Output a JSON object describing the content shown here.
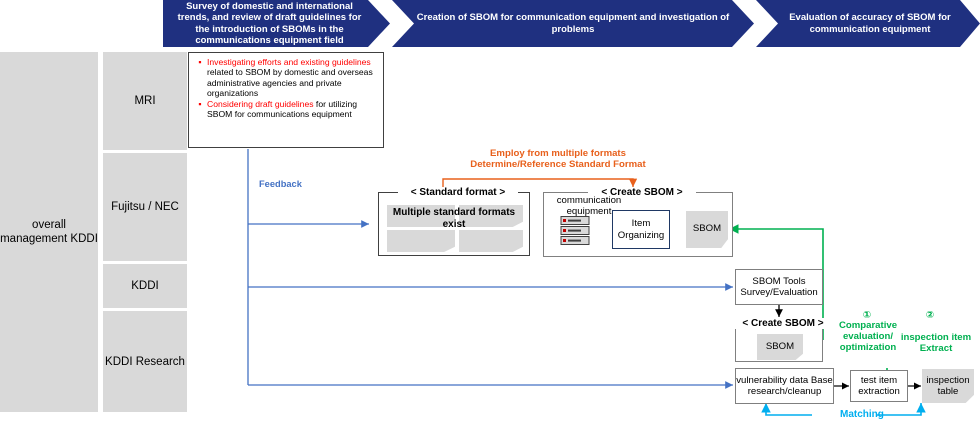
{
  "banner": {
    "phases": [
      {
        "label": "Survey of domestic and international trends, and review of draft guidelines for the introduction of SBOMs in the communications equipment field"
      },
      {
        "label": "Creation of SBOM for communication equipment and investigation of problems"
      },
      {
        "label": "Evaluation of accuracy of SBOM for communication equipment"
      }
    ]
  },
  "sidebar": {
    "overall": "overall management KDDI",
    "orgs": [
      {
        "label": "MRI"
      },
      {
        "label": "Fujitsu / NEC"
      },
      {
        "label": "KDDI"
      },
      {
        "label": "KDDI Research"
      }
    ]
  },
  "mri_box": {
    "bullets": [
      {
        "red": "Investigating efforts and existing guidelines",
        "black": " related to SBOM by domestic and overseas administrative agencies and private organizations"
      },
      {
        "red": "Considering draft guidelines",
        "black": " for utilizing SBOM for communications equipment"
      }
    ]
  },
  "labels": {
    "feedback": "Feedback",
    "employ_note": "Employ from multiple formats Determine/Reference Standard Format",
    "standard_format_title": "< Standard format >",
    "standard_format_body": "Multiple standard formats exist",
    "create_sbom_title": "< Create SBOM >",
    "communication_equipment": "communication equipment",
    "item_organizing": "Item Organizing",
    "sbom": "SBOM",
    "sbom_tools": "SBOM Tools Survey/Evaluation",
    "create_sbom_title2": "< Create SBOM >",
    "sbom2": "SBOM",
    "marker1": "①",
    "comparative": "Comparative evaluation/ optimization",
    "marker2": "②",
    "inspection_item_extract": "inspection item Extract",
    "vulnerability": "vulnerability data Base research/cleanup",
    "test_item_extraction": "test item extraction",
    "inspection_table": "inspection table",
    "matching": "Matching"
  },
  "colors": {
    "banner": "#1F3080",
    "grey_block": "#D9D9D9",
    "red": "#FF0000",
    "orange": "#E8601C",
    "blue": "#4472C4",
    "green": "#00B050",
    "cyan": "#00AEEF",
    "navy_outline": "#1F3864"
  }
}
